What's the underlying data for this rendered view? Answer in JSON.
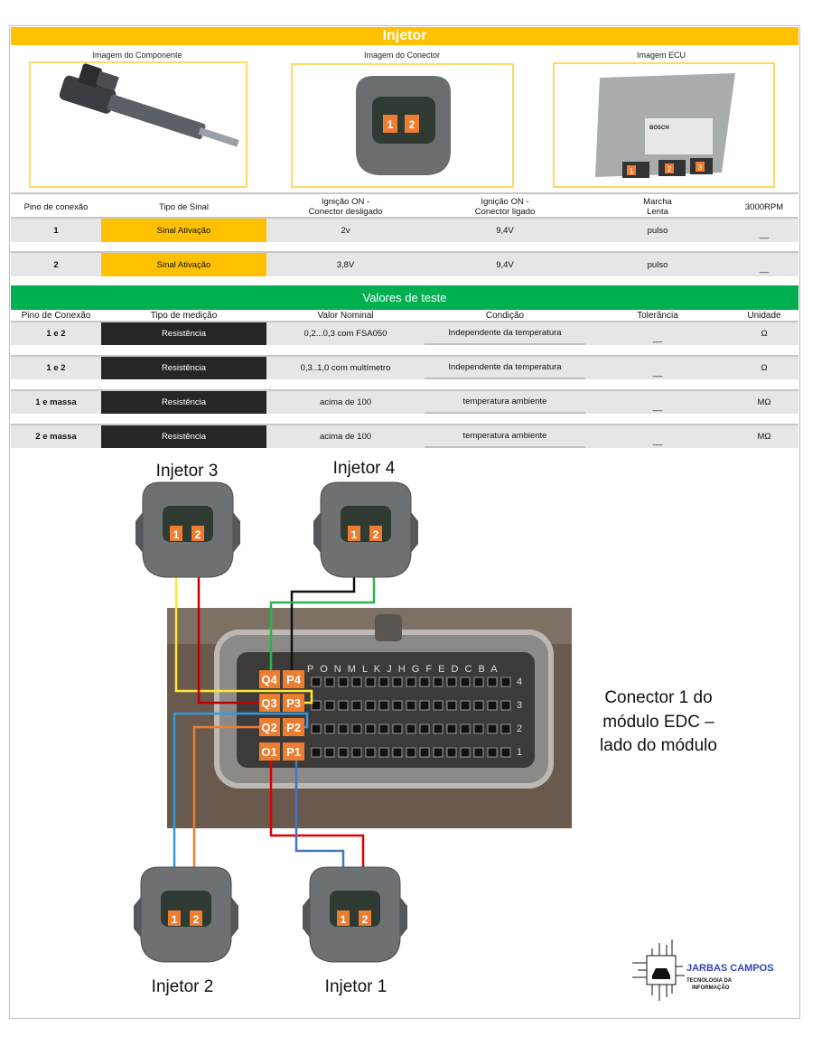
{
  "title": "Injetor",
  "images": {
    "component": "Imagem do Componente",
    "connector": "Imagem do Conector",
    "ecu": "Imagem ECU",
    "ecu_pins": [
      "1",
      "2",
      "3"
    ],
    "ecu_brand": "BOSCH"
  },
  "signal_table": {
    "headers": [
      "Pino de conexão",
      "Tipo de Sinal",
      "Ignição ON -\nConector desligado",
      "Ignição ON -\nConector ligado",
      "Marcha\nLenta",
      "3000RPM"
    ],
    "rows": [
      [
        "1",
        "Sinal Ativação",
        "2v",
        "9,4V",
        "pulso",
        "__"
      ],
      [
        "2",
        "Sinal Ativação",
        "3,8V",
        "9,4V",
        "pulso",
        "__"
      ]
    ]
  },
  "test_title": "Valores de teste",
  "test_table": {
    "headers": [
      "Pino de Conexão",
      "Tipo de medição",
      "Valor Nominal",
      "Condição",
      "Tolerância",
      "Unidade"
    ],
    "rows": [
      [
        "1 e 2",
        "Resistência",
        "0,2...0,3 com FSA050",
        "Independente da temperatura",
        "__",
        "Ω"
      ],
      [
        "1 e 2",
        "Resistência",
        "0,3..1,0 com multímetro",
        "Independente da temperatura",
        "__",
        "Ω"
      ],
      [
        "1 e massa",
        "Resistência",
        "acima de 100",
        "temperatura ambiente",
        "__",
        "MΩ"
      ],
      [
        "2 e massa",
        "Resistência",
        "acima de 100",
        "temperatura ambiente",
        "__",
        "MΩ"
      ]
    ]
  },
  "diagram": {
    "inj3": "Injetor 3",
    "inj4": "Injetor 4",
    "inj2": "Injetor 2",
    "inj1": "Injetor 1",
    "pin1": "1",
    "pin2": "2",
    "ecu_note": [
      "Conector 1 do",
      "módulo EDC –",
      "lado do módulo"
    ],
    "pins": {
      "q4": "Q4",
      "p4": "P4",
      "q3": "Q3",
      "p3": "P3",
      "q2": "Q2",
      "p2": "P2",
      "o1": "O1",
      "p1": "P1"
    },
    "letters": "P O N M L K J H G F E D C B A",
    "rows": [
      "4",
      "3",
      "2",
      "1"
    ],
    "wire_colors": {
      "yellow": "#ffe630",
      "darkred": "#c00000",
      "black": "#111111",
      "green": "#2db34a",
      "lightblue": "#3399dd",
      "orange": "#ed7d31",
      "red": "#e00000",
      "blue": "#4472c4"
    }
  },
  "logo": {
    "name": "JARBAS CAMPOS",
    "line1": "TECNOLOGIA DA",
    "line2": "INFORMAÇÃO"
  }
}
